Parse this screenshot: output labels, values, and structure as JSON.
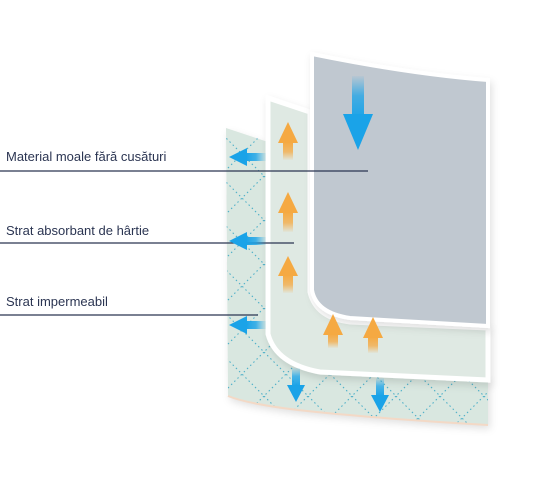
{
  "labels": {
    "top_layer": "Material moale fără cusături",
    "middle_layer": "Strat absorbant de hârtie",
    "bottom_layer": "Strat impermeabil"
  },
  "colors": {
    "top_layer_fill": "#c0c8d0",
    "absorbent_fill": "#dfe9e3",
    "barrier_fill": "#d9e7e0",
    "pattern_dots": "#4fb0c8",
    "blue_arrow": "#1aa3e8",
    "orange_arrow": "#f5a942",
    "leader_line": "#2b3552",
    "label_text": "#2b3552"
  },
  "icons": [
    "down-arrow-icon",
    "up-arrow-icon",
    "left-arrow-icon"
  ]
}
